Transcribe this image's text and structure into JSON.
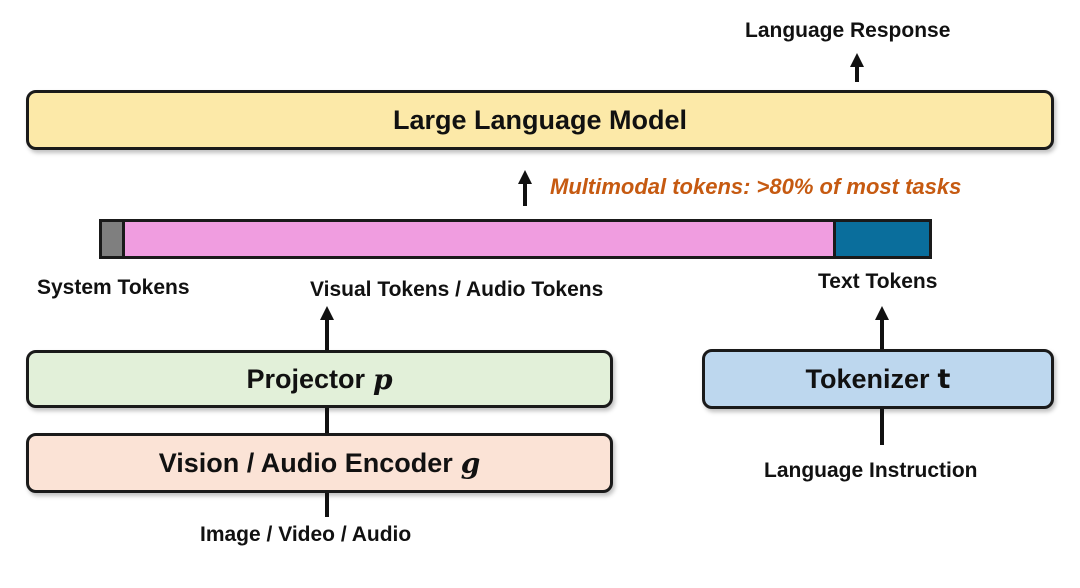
{
  "llm": {
    "title": "Large Language Model",
    "fill": "#FCE9A8"
  },
  "output": {
    "label": "Language Response"
  },
  "annotation": {
    "text": "Multimodal tokens: >80% of most tasks",
    "color": "#C65A11"
  },
  "token_bar": {
    "segments": [
      {
        "name": "System Tokens",
        "color": "#7F7F7F"
      },
      {
        "name": "Visual Tokens / Audio Tokens",
        "color": "#F09DE0"
      },
      {
        "name": "Text Tokens",
        "color": "#0A6E9C"
      }
    ]
  },
  "labels": {
    "system_tokens": "System Tokens",
    "visual_audio_tokens": "Visual Tokens / Audio Tokens",
    "text_tokens": "Text Tokens"
  },
  "projector": {
    "title": "Projector",
    "symbol": "p",
    "fill": "#E2F0D9"
  },
  "encoder": {
    "title": "Vision / Audio Encoder",
    "symbol": "g",
    "fill": "#FBE3D6"
  },
  "tokenizer": {
    "title": "Tokenizer",
    "symbol": "t",
    "fill": "#BDD7EE"
  },
  "inputs": {
    "media": "Image / Video / Audio",
    "instruction": "Language Instruction"
  }
}
